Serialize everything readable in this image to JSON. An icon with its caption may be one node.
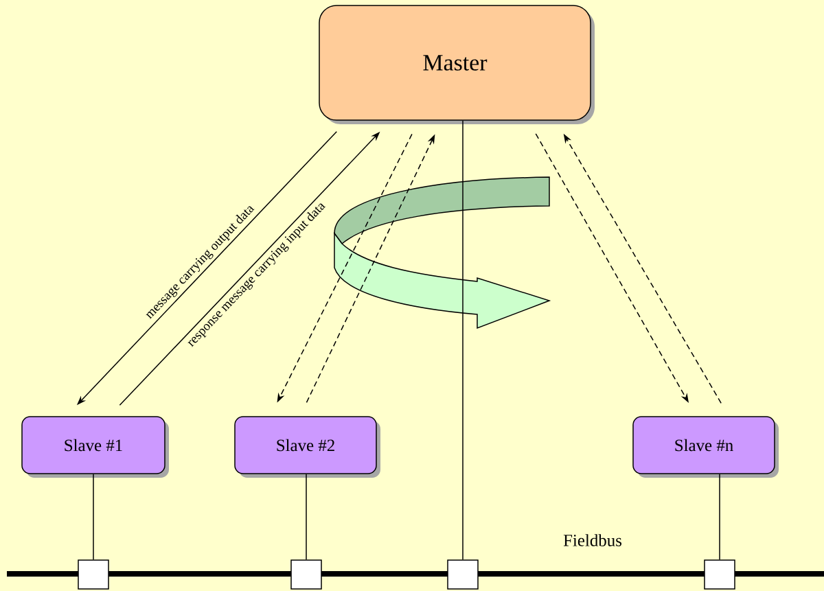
{
  "diagram": {
    "nodes": [
      {
        "text": [
          "Master"
        ]
      },
      {
        "text": [
          "Slave #1"
        ]
      },
      {
        "text": [
          "Slave #2"
        ]
      },
      {
        "text": [
          "Slave #n"
        ]
      },
      {
        "text": [],
        "shape": "box"
      },
      {
        "text": [],
        "shape": "box"
      },
      {
        "text": [],
        "shape": "box"
      },
      {
        "text": [],
        "shape": "box"
      }
    ],
    "edges": [
      {
        "from": 0,
        "to": 1,
        "arrow": "to",
        "label": "message carrying output data"
      },
      {
        "from": 1,
        "to": 0,
        "arrow": "to",
        "label": "response message carrying input data"
      },
      {
        "from": 0,
        "to": 2,
        "arrow": "to",
        "style": "dashed"
      },
      {
        "from": 2,
        "to": 0,
        "arrow": "to",
        "style": "dashed"
      },
      {
        "from": 0,
        "to": 3,
        "arrow": "to",
        "style": "dashed"
      },
      {
        "from": 3,
        "to": 0,
        "arrow": "to",
        "style": "dashed"
      },
      {
        "from": 1,
        "to": 4,
        "arrow": "none"
      },
      {
        "from": 2,
        "to": 5,
        "arrow": "none"
      },
      {
        "from": 0,
        "to": 6,
        "arrow": "none"
      },
      {
        "from": 3,
        "to": 7,
        "arrow": "none"
      }
    ],
    "labels": [
      "Fieldbus"
    ]
  }
}
